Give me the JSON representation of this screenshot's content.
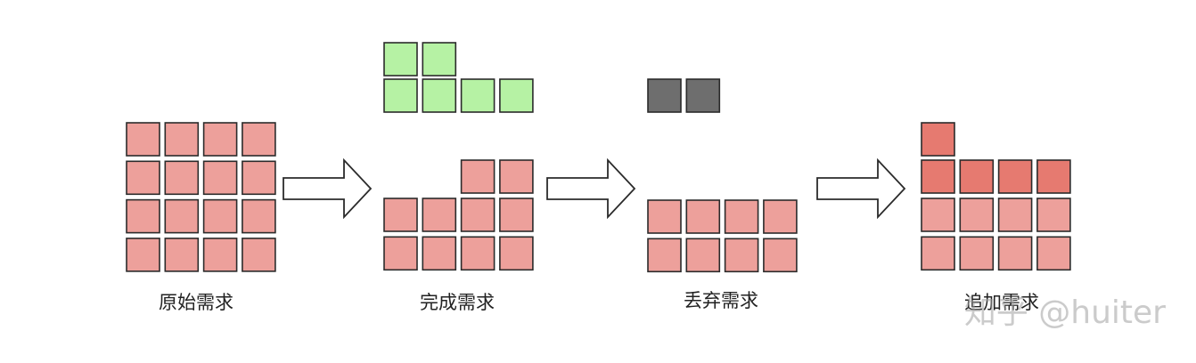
{
  "colors": {
    "pending": "#EDA09B",
    "completed": "#B6F2A4",
    "discarded": "#6E6E6E",
    "added": "#E67A70",
    "border": "#2b2b2b",
    "arrow_fill": "#ffffff"
  },
  "stages": [
    {
      "label": "原始需求"
    },
    {
      "label": "完成需求"
    },
    {
      "label": "丢弃需求"
    },
    {
      "label": "追加需求"
    }
  ],
  "watermark": "知乎 @huiter"
}
